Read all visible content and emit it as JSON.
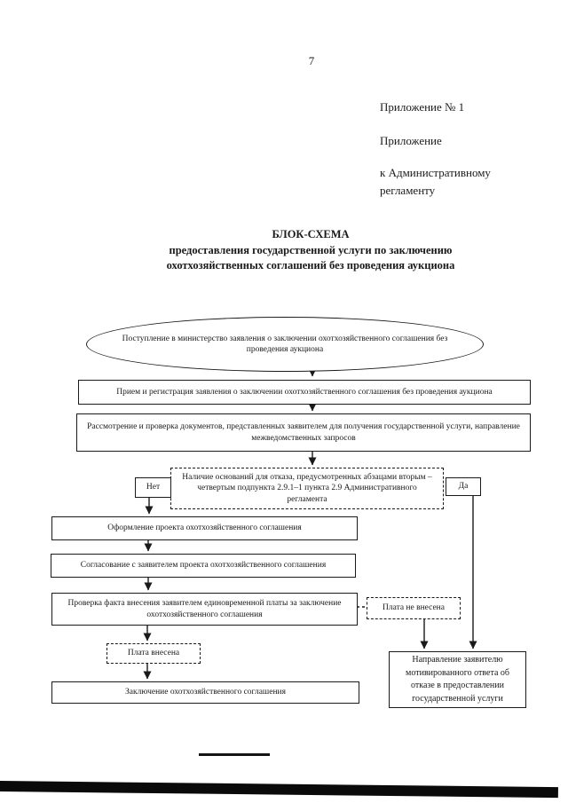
{
  "colors": {
    "ink": "#1a1a1a",
    "paper": "#ffffff"
  },
  "page": {
    "number": "7"
  },
  "annex": {
    "line1": "Приложение № 1",
    "line2": "Приложение",
    "line3": "к Административному регламенту"
  },
  "title": {
    "heading": "БЛОК-СХЕМА",
    "subtitle_line1": "предоставления государственной услуги по заключению",
    "subtitle_line2": "охотхозяйственных соглашений без проведения аукциона"
  },
  "flowchart": {
    "start": "Поступление в министерство заявления о заключении охотхозяйственного соглашения без проведения аукциона",
    "reception": "Прием и регистрация заявления о заключении охотхозяйственного соглашения без проведения аукциона",
    "review": "Рассмотрение и проверка документов, представленных заявителем для получения государственной услуги, направление межведомственных запросов",
    "decision": "Наличие оснований для отказа, предусмотренных абзацами вторым – четвертым подпункта 2.9.1–1 пункта 2.9 Административного регламента",
    "no_label": "Нет",
    "yes_label": "Да",
    "draft": "Оформление проекта охотхозяйственного соглашения",
    "approval": "Согласование с заявителем проекта охотхозяйственного соглашения",
    "payment_check": "Проверка факта внесения заявителем единовременной платы за заключение охотхозяйственного соглашения",
    "payment_not_made": "Плата не внесена",
    "payment_made": "Плата внесена",
    "conclusion": "Заключение охотхозяйственного соглашения",
    "refusal": "Направление заявителю мотивированного ответа об отказе в предоставлении государственной услуги"
  }
}
